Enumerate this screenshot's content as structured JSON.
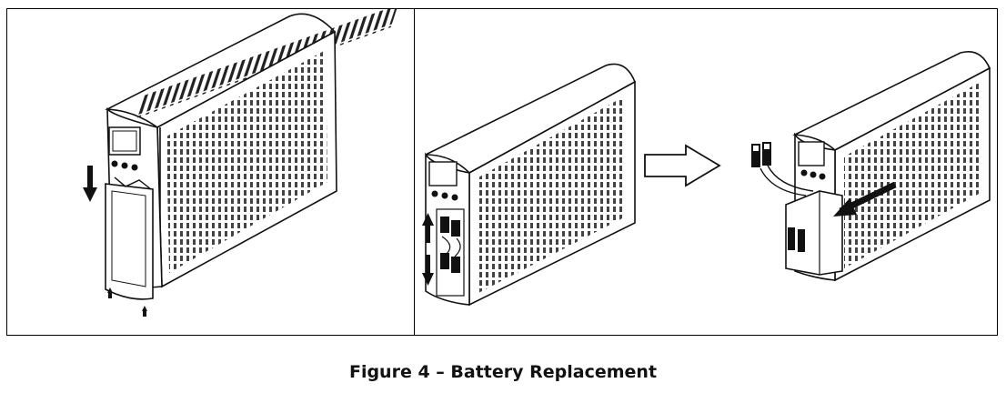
{
  "figure": {
    "caption": "Figure 4 – Battery Replacement"
  },
  "panels": [
    {
      "id": "remove-front-cover",
      "icons": [
        "down-arrow-icon",
        "screw-icon",
        "screw-icon"
      ]
    },
    {
      "id": "battery-compartment-open",
      "icons": [
        "up-arrow-icon",
        "down-arrow-icon"
      ]
    },
    {
      "id": "battery-pulled-out",
      "icons": [
        "right-hollow-arrow-icon",
        "pull-arrow-icon",
        "battery-connector-icon"
      ]
    }
  ]
}
